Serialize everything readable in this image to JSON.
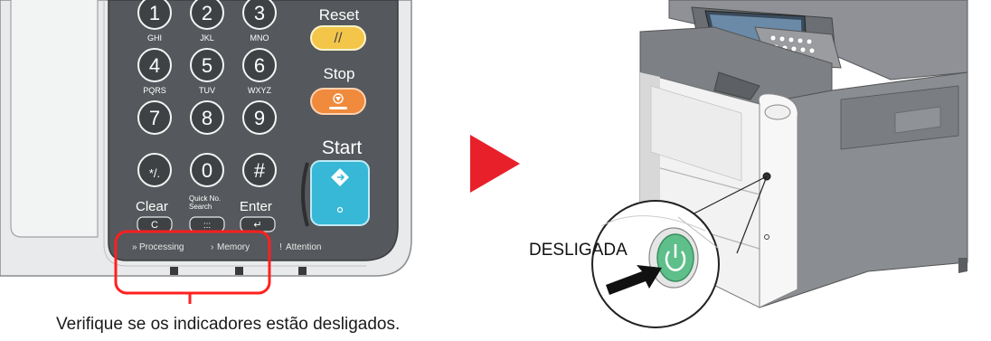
{
  "keypad": {
    "keys": [
      {
        "digit": "1",
        "letters": "GHI"
      },
      {
        "digit": "2",
        "letters": "JKL"
      },
      {
        "digit": "3",
        "letters": "MNO"
      },
      {
        "digit": "4",
        "letters": "PQRS"
      },
      {
        "digit": "5",
        "letters": "TUV"
      },
      {
        "digit": "6",
        "letters": "WXYZ"
      },
      {
        "digit": "7",
        "letters": ""
      },
      {
        "digit": "8",
        "letters": ""
      },
      {
        "digit": "9",
        "letters": ""
      },
      {
        "digit": "*/.",
        "letters": ""
      },
      {
        "digit": "0",
        "letters": ""
      },
      {
        "digit": "#",
        "letters": ""
      }
    ],
    "clear_label": "Clear",
    "quick_no_label_1": "Quick No.",
    "quick_no_label_2": "Search",
    "enter_label": "Enter"
  },
  "side_buttons": {
    "reset_label": "Reset",
    "stop_label": "Stop",
    "start_label": "Start"
  },
  "indicators": {
    "processing": "Processing",
    "memory": "Memory",
    "attention": "Attention"
  },
  "caption": "Verifique se os indicadores estão desligados.",
  "power_state_label": "DESLIGADA",
  "colors": {
    "highlight": "#ff2020",
    "arrow": "#e8202a",
    "reset": "#f3c64a",
    "stop": "#f08a3c",
    "start": "#36b8d6",
    "power": "#5fbf8a"
  }
}
